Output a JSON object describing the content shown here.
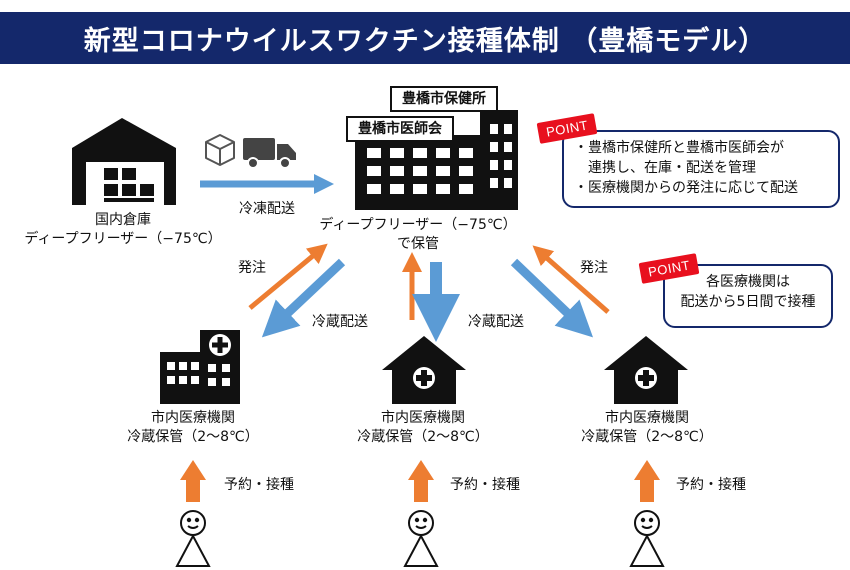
{
  "title": "新型コロナウイルスワクチン接種体制 （豊橋モデル）",
  "warehouse": {
    "line1": "国内倉庫",
    "line2": "ディープフリーザー（−75℃）"
  },
  "center": {
    "health_center": "豊橋市保健所",
    "medical_assoc": "豊橋市医師会",
    "line1": "ディープフリーザー（−75℃）",
    "line2": "で保管"
  },
  "arrows": {
    "frozen_delivery": "冷凍配送",
    "order_left": "発注",
    "order_right": "発注",
    "cold_left": "冷蔵配送",
    "cold_mid": "冷蔵配送",
    "reservation": "予約・接種"
  },
  "point1": {
    "tag": "POINT",
    "lines": [
      "・豊橋市保健所と豊橋市医師会が",
      "　連携し、在庫・配送を管理",
      "・医療機関からの発注に応じて配送"
    ]
  },
  "point2": {
    "tag": "POINT",
    "lines": [
      "各医療機関は",
      "配送から5日間で接種"
    ]
  },
  "clinics": [
    {
      "line1": "市内医療機関",
      "line2": "冷蔵保管（2〜8℃）"
    },
    {
      "line1": "市内医療機関",
      "line2": "冷蔵保管（2〜8℃）"
    },
    {
      "line1": "市内医療機関",
      "line2": "冷蔵保管（2〜8℃）"
    }
  ],
  "colors": {
    "navy": "#14286b",
    "blue_arrow": "#5b9bd5",
    "orange_arrow": "#ed7d31",
    "red": "#e8101e"
  },
  "icons": [
    "warehouse-icon",
    "package-icon",
    "truck-icon",
    "building-icon",
    "hospital-icon",
    "house-clinic-icon",
    "person-icon"
  ]
}
